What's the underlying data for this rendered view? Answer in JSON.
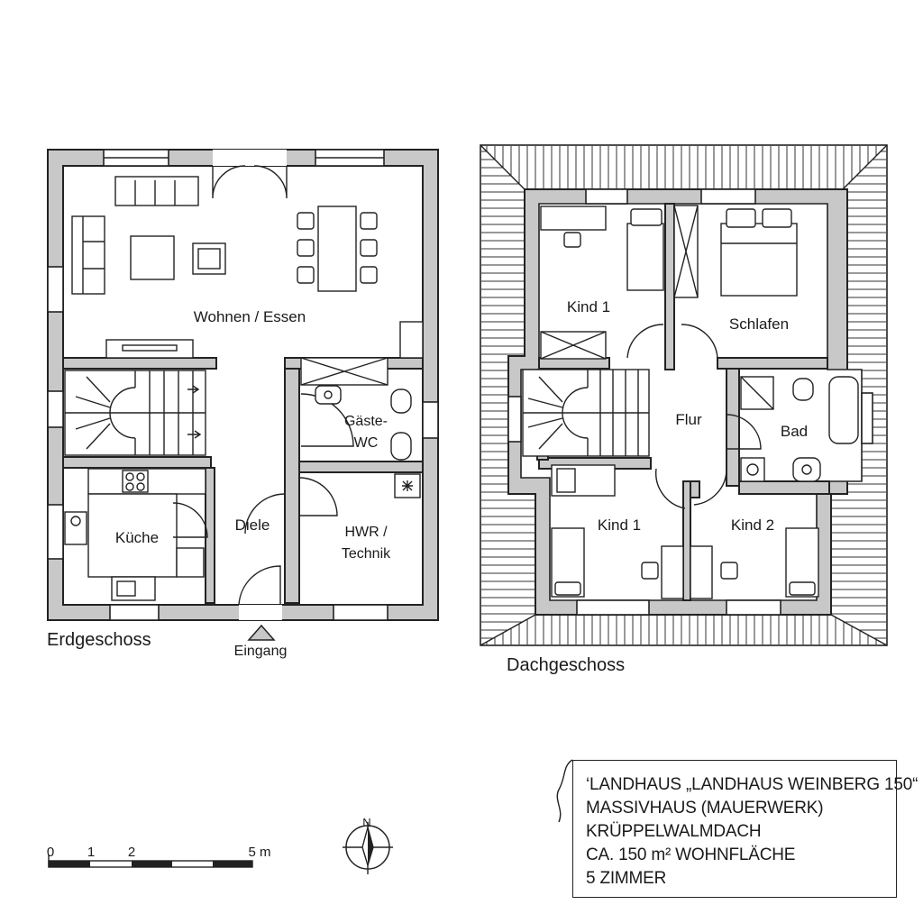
{
  "floors": [
    {
      "name": "Erdgeschoss",
      "rooms": [
        "Wohnen / Essen",
        "Gäste-",
        "WC",
        "Küche",
        "Diele",
        "HWR /",
        "Technik"
      ],
      "entrance": "Eingang"
    },
    {
      "name": "Dachgeschoss",
      "rooms": [
        "Kind 1",
        "Schlafen",
        "Flur",
        "Bad",
        "Kind 1",
        "Kind 2"
      ]
    }
  ],
  "scale_bar": {
    "labels": [
      "0",
      "1",
      "2",
      "5 m"
    ]
  },
  "north_arrow": {
    "label": "N",
    "icon": "north-arrow-icon"
  },
  "info": {
    "lines": [
      "‘LANDHAUS „LANDHAUS WEINBERG 150“",
      "MASSIVHAUS (MAUERWERK)",
      "KRÜPPELWALMDACH",
      "CA. 150 m² WOHNFLÄCHE",
      "5 ZIMMER"
    ]
  },
  "colors": {
    "wall": "#c8c8c8",
    "line": "#222222",
    "background": "#ffffff"
  }
}
